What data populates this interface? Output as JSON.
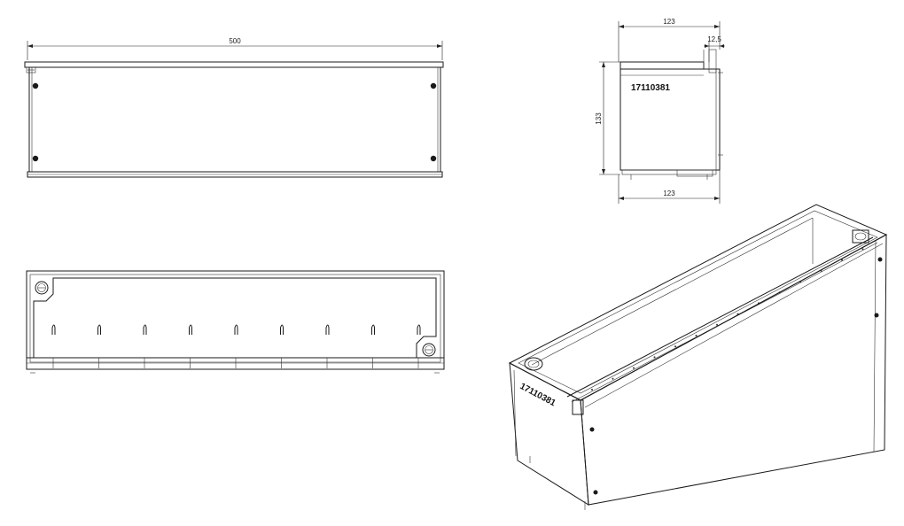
{
  "drawing": {
    "front_view": {
      "width_dim": "500"
    },
    "side_view": {
      "top_width_dim": "123",
      "flange_dim": "12,5",
      "height_dim": "133",
      "bottom_width_dim": "123",
      "part_number": "17110381"
    },
    "iso_view": {
      "part_number": "17110381"
    }
  }
}
